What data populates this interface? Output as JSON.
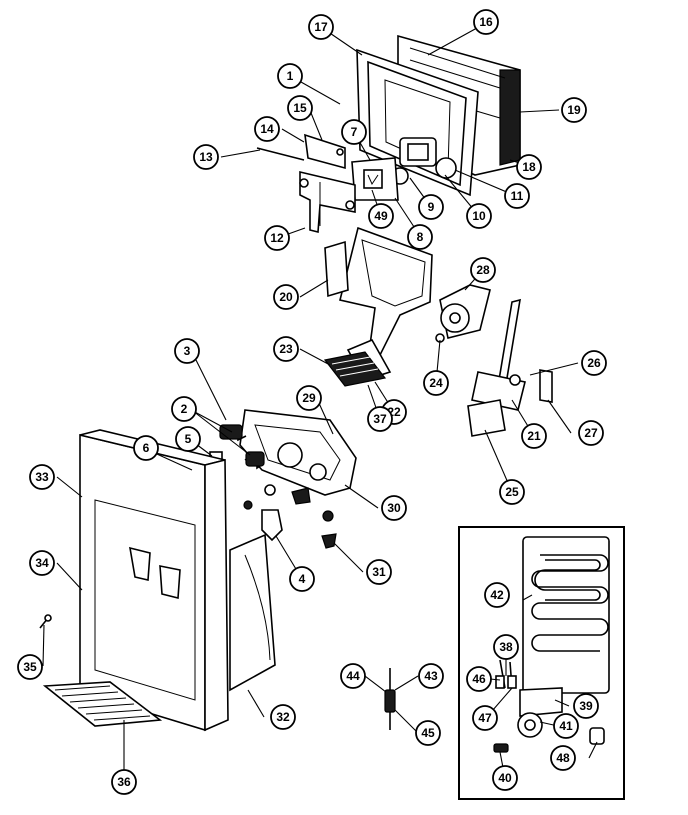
{
  "callouts": [
    {
      "id": "c1",
      "label": "1"
    },
    {
      "id": "c2",
      "label": "2"
    },
    {
      "id": "c3",
      "label": "3"
    },
    {
      "id": "c4",
      "label": "4"
    },
    {
      "id": "c5",
      "label": "5"
    },
    {
      "id": "c6",
      "label": "6"
    },
    {
      "id": "c7",
      "label": "7"
    },
    {
      "id": "c8",
      "label": "8"
    },
    {
      "id": "c9",
      "label": "9"
    },
    {
      "id": "c10",
      "label": "10"
    },
    {
      "id": "c11",
      "label": "11"
    },
    {
      "id": "c12",
      "label": "12"
    },
    {
      "id": "c13",
      "label": "13"
    },
    {
      "id": "c14",
      "label": "14"
    },
    {
      "id": "c15",
      "label": "15"
    },
    {
      "id": "c16",
      "label": "16"
    },
    {
      "id": "c17",
      "label": "17"
    },
    {
      "id": "c18",
      "label": "18"
    },
    {
      "id": "c19",
      "label": "19"
    },
    {
      "id": "c20",
      "label": "20"
    },
    {
      "id": "c21",
      "label": "21"
    },
    {
      "id": "c22",
      "label": "22"
    },
    {
      "id": "c23",
      "label": "23"
    },
    {
      "id": "c24",
      "label": "24"
    },
    {
      "id": "c25",
      "label": "25"
    },
    {
      "id": "c26",
      "label": "26"
    },
    {
      "id": "c27",
      "label": "27"
    },
    {
      "id": "c28",
      "label": "28"
    },
    {
      "id": "c29",
      "label": "29"
    },
    {
      "id": "c30",
      "label": "30"
    },
    {
      "id": "c31",
      "label": "31"
    },
    {
      "id": "c32",
      "label": "32"
    },
    {
      "id": "c33",
      "label": "33"
    },
    {
      "id": "c34",
      "label": "34"
    },
    {
      "id": "c35",
      "label": "35"
    },
    {
      "id": "c36",
      "label": "36"
    },
    {
      "id": "c37",
      "label": "37"
    },
    {
      "id": "c38",
      "label": "38"
    },
    {
      "id": "c39",
      "label": "39"
    },
    {
      "id": "c40",
      "label": "40"
    },
    {
      "id": "c41",
      "label": "41"
    },
    {
      "id": "c42",
      "label": "42"
    },
    {
      "id": "c43",
      "label": "43"
    },
    {
      "id": "c44",
      "label": "44"
    },
    {
      "id": "c45",
      "label": "45"
    },
    {
      "id": "c46",
      "label": "46"
    },
    {
      "id": "c47",
      "label": "47"
    },
    {
      "id": "c48",
      "label": "48"
    },
    {
      "id": "c49",
      "label": "49"
    }
  ]
}
